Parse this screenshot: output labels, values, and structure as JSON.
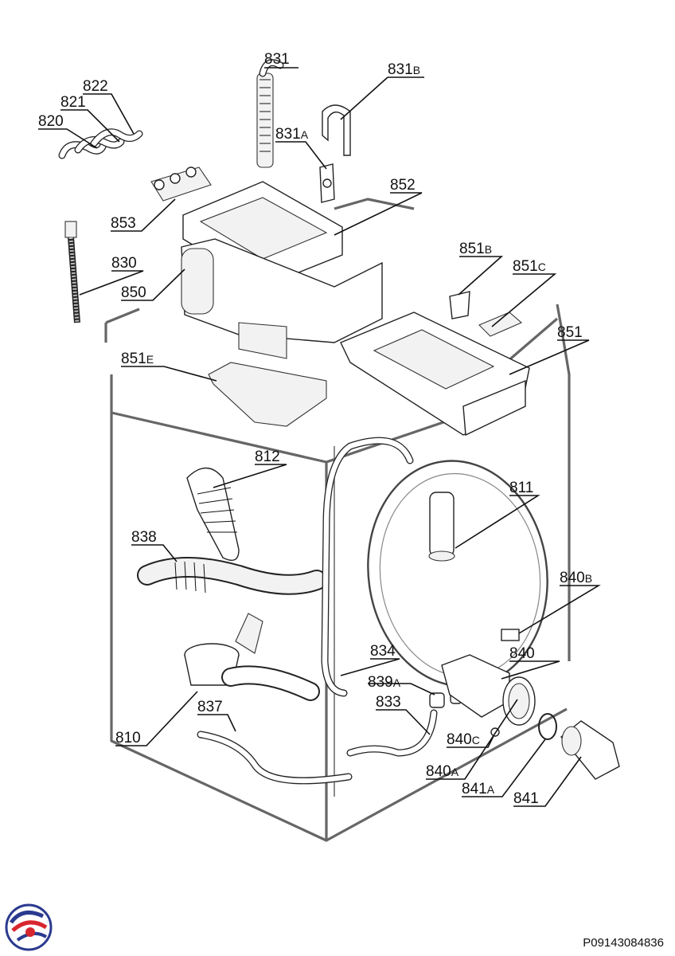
{
  "labels": [
    {
      "id": "831",
      "main": "831",
      "suffix": ""
    },
    {
      "id": "831b",
      "main": "831",
      "suffix": "B"
    },
    {
      "id": "822",
      "main": "822",
      "suffix": ""
    },
    {
      "id": "821",
      "main": "821",
      "suffix": ""
    },
    {
      "id": "820",
      "main": "820",
      "suffix": ""
    },
    {
      "id": "831a",
      "main": "831",
      "suffix": "A"
    },
    {
      "id": "852",
      "main": "852",
      "suffix": ""
    },
    {
      "id": "853",
      "main": "853",
      "suffix": ""
    },
    {
      "id": "830",
      "main": "830",
      "suffix": ""
    },
    {
      "id": "851b",
      "main": "851",
      "suffix": "B"
    },
    {
      "id": "851c",
      "main": "851",
      "suffix": "C"
    },
    {
      "id": "850",
      "main": "850",
      "suffix": ""
    },
    {
      "id": "851",
      "main": "851",
      "suffix": ""
    },
    {
      "id": "851e",
      "main": "851",
      "suffix": "E"
    },
    {
      "id": "812",
      "main": "812",
      "suffix": ""
    },
    {
      "id": "811",
      "main": "811",
      "suffix": ""
    },
    {
      "id": "838",
      "main": "838",
      "suffix": ""
    },
    {
      "id": "840b",
      "main": "840",
      "suffix": "B"
    },
    {
      "id": "834",
      "main": "834",
      "suffix": ""
    },
    {
      "id": "840",
      "main": "840",
      "suffix": ""
    },
    {
      "id": "839a",
      "main": "839",
      "suffix": "A"
    },
    {
      "id": "833",
      "main": "833",
      "suffix": ""
    },
    {
      "id": "837",
      "main": "837",
      "suffix": ""
    },
    {
      "id": "840c",
      "main": "840",
      "suffix": "C"
    },
    {
      "id": "810",
      "main": "810",
      "suffix": ""
    },
    {
      "id": "840a",
      "main": "840",
      "suffix": "A"
    },
    {
      "id": "841a",
      "main": "841",
      "suffix": "A"
    },
    {
      "id": "841",
      "main": "841",
      "suffix": ""
    }
  ],
  "document_number": "P09143084836",
  "colors": {
    "logo_red": "#d8262e",
    "logo_blue": "#2b3a8f",
    "line": "#111111",
    "cabinet": "#666666"
  }
}
